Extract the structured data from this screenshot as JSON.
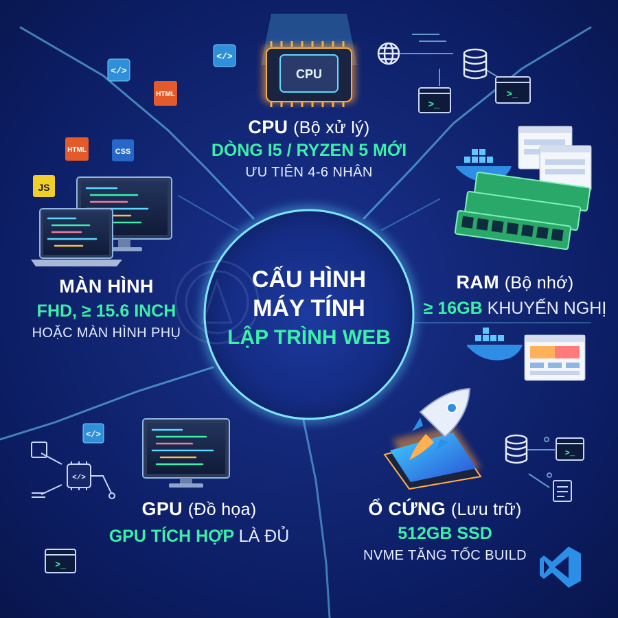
{
  "center": {
    "line1": "CẤU HÌNH",
    "line2": "MÁY TÍNH",
    "line3": "LẬP TRÌNH WEB"
  },
  "cpu": {
    "title": "CPU",
    "title_note": "(Bộ xử lý)",
    "spec": "DÒNG I5 / RYZEN 5 MỚI",
    "note": "ƯU TIÊN 4-6 NHÂN",
    "chip_label": "CPU"
  },
  "ram": {
    "title": "RAM",
    "title_note": "(Bộ nhớ)",
    "spec": "≥ 16GB",
    "spec_rest": "KHUYẾN NGHỊ"
  },
  "display": {
    "title": "MÀN HÌNH",
    "spec": "FHD, ≥ 15.6 INCH",
    "note": "HOẶC MÀN HÌNH PHỤ"
  },
  "gpu": {
    "title": "GPU",
    "title_note": "(Đồ họa)",
    "spec": "GPU TÍCH HỢP",
    "spec_rest": "LÀ ĐỦ"
  },
  "storage": {
    "title": "Ổ CỨNG",
    "title_note": "(Lưu trữ)",
    "spec": "512GB SSD",
    "note": "NVME TĂNG TỐC BUILD"
  },
  "badges": {
    "html": "HTML",
    "css": "CSS",
    "js": "JS",
    "code": "</>",
    "terminal": ">_"
  },
  "colors": {
    "background": "#0c1d63",
    "accent_green": "#3cf0a8",
    "glow_cyan": "#5fd8ff",
    "orange_glow": "#ff9a2e"
  }
}
